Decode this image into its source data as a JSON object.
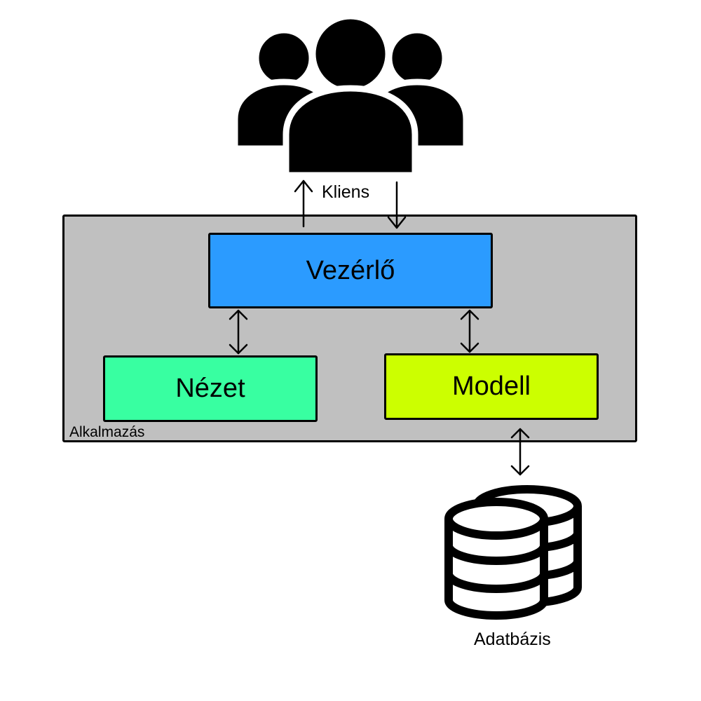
{
  "diagram": {
    "client": {
      "label": "Kliens",
      "icon": "users-group-icon"
    },
    "application": {
      "label": "Alkalmazás",
      "fill": "#c0c0c0"
    },
    "controller": {
      "label": "Vezérlő",
      "fill": "#2b9bff"
    },
    "view": {
      "label": "Nézet",
      "fill": "#38ffa1"
    },
    "model": {
      "label": "Modell",
      "fill": "#ccff00"
    },
    "database": {
      "label": "Adatbázis",
      "icon": "database-icon"
    }
  }
}
